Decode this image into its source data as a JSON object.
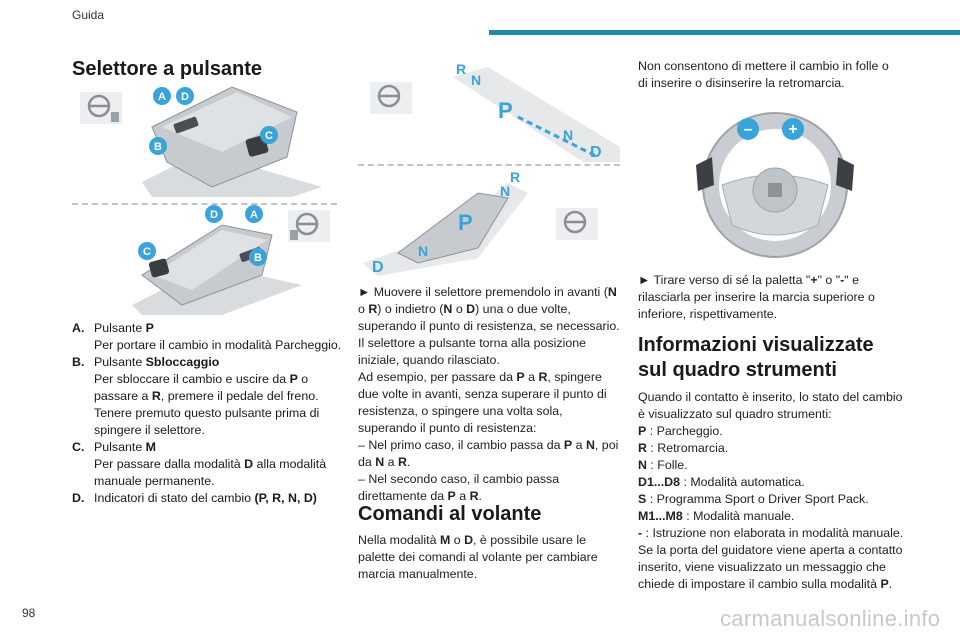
{
  "header": {
    "section": "Guida",
    "accent_color": "#1a8ca8"
  },
  "page_number": "98",
  "watermark": "carmanualsonline.info",
  "left": {
    "title": "Selettore a pulsante",
    "figure1_callouts": [
      "A",
      "D",
      "C",
      "B"
    ],
    "figure2_callouts": [
      "D",
      "A",
      "C",
      "B"
    ],
    "list": [
      {
        "letter": "A.",
        "title": "Pulsante ",
        "title_bold": "P",
        "lines": [
          "Per portare il cambio in modalità Parcheggio."
        ]
      },
      {
        "letter": "B.",
        "title": "Pulsante ",
        "title_bold": "Sbloccaggio",
        "lines": [
          "Per sbloccare il cambio e uscire da ",
          "P",
          " o passare a ",
          "R",
          ", premere il pedale del freno. Tenere premuto questo pulsante prima di spingere il selettore."
        ]
      },
      {
        "letter": "C.",
        "title": "Pulsante ",
        "title_bold": "M",
        "lines": [
          "Per passare dalla modalità ",
          "D",
          " alla modalità manuale permanente."
        ]
      },
      {
        "letter": "D.",
        "title": "Indicatori di stato del cambio ",
        "title_bold": "(P, R, N, D)",
        "lines": []
      }
    ]
  },
  "middle": {
    "figure_letters_top": [
      "R",
      "N",
      "P",
      "N",
      "D"
    ],
    "figure_letters_bottom": [
      "R",
      "N",
      "P",
      "N",
      "D"
    ],
    "para": {
      "l1a": "► Muovere il selettore premendolo in avanti (",
      "l1b": "N",
      "l1c": " o ",
      "l1d": "R",
      "l1e": ") o indietro (",
      "l1f": "N",
      "l1g": " o ",
      "l1h": "D",
      "l1i": ") una o due volte, superando il punto di resistenza, se necessario.",
      "l2": "Il selettore a pulsante torna alla posizione iniziale, quando rilasciato.",
      "l3a": "Ad esempio, per passare da ",
      "l3b": "P",
      "l3c": " a ",
      "l3d": "R",
      "l3e": ", spingere due volte in avanti, senza superare il punto di resistenza, o spingere una volta sola, superando il punto di resistenza:",
      "l4a": "– Nel primo caso, il cambio passa da ",
      "l4b": "P",
      "l4c": " a ",
      "l4d": "N",
      "l4e": ", poi da  ",
      "l4f": "N",
      "l4g": " a ",
      "l4h": "R",
      "l4i": ".",
      "l5a": "– Nel secondo caso, il cambio passa direttamente da  ",
      "l5b": "P",
      "l5c": " a ",
      "l5d": "R",
      "l5e": "."
    },
    "title": "Comandi al volante",
    "para2": {
      "a": "Nella modalità ",
      "b": "M",
      "c": " o ",
      "d": "D",
      "e": ", è possibile usare le palette dei comandi al volante per cambiare marcia manualmente."
    }
  },
  "right": {
    "intro": "Non consentono di mettere il cambio in folle o di inserire o disinserire la retromarcia.",
    "wheel_minus": "–",
    "wheel_plus": "+",
    "paddle": {
      "a": "► Tirare verso di sé la paletta \"",
      "b": "+",
      "c": "\" o \"",
      "d": "-",
      "e": "\" e rilasciarla per inserire la marcia superiore o inferiore, rispettivamente."
    },
    "title": "Informazioni visualizzate sul quadro strumenti",
    "info_intro": "Quando il contatto è inserito, lo stato del cambio è visualizzato sul quadro strumenti:",
    "states": [
      {
        "k": "P",
        "v": " : Parcheggio."
      },
      {
        "k": "R",
        "v": " : Retromarcia."
      },
      {
        "k": "N",
        "v": " : Folle."
      },
      {
        "k": "D1...D8",
        "v": " : Modalità automatica."
      },
      {
        "k": "S",
        "v": " : Programma Sport o Driver Sport Pack."
      },
      {
        "k": "M1...M8",
        "v": " : Modalità manuale."
      },
      {
        "k": "-",
        "v": " : Istruzione non elaborata in modalità manuale."
      }
    ],
    "outro": {
      "a": "Se la porta del guidatore viene aperta a contatto inserito, viene visualizzato un messaggio che chiede di impostare il cambio sulla modalità ",
      "b": "P",
      "c": "."
    }
  }
}
